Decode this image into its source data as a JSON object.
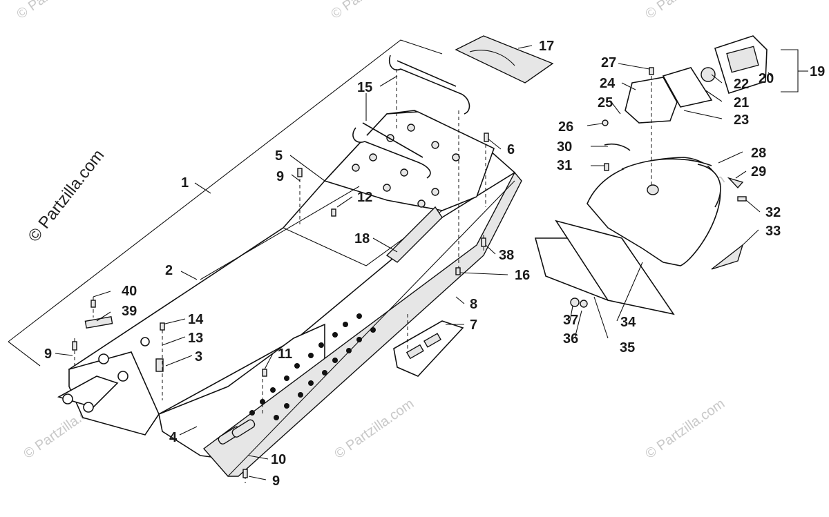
{
  "watermark": {
    "text": "© Partzilla.com",
    "side_text": "© Partzilla.com"
  },
  "callouts": [
    {
      "id": "c1",
      "label": "1"
    },
    {
      "id": "c2",
      "label": "2"
    },
    {
      "id": "c3",
      "label": "3"
    },
    {
      "id": "c4",
      "label": "4"
    },
    {
      "id": "c5",
      "label": "5"
    },
    {
      "id": "c6",
      "label": "6"
    },
    {
      "id": "c7",
      "label": "7"
    },
    {
      "id": "c8",
      "label": "8"
    },
    {
      "id": "c9a",
      "label": "9"
    },
    {
      "id": "c9b",
      "label": "9"
    },
    {
      "id": "c9c",
      "label": "9"
    },
    {
      "id": "c10",
      "label": "10"
    },
    {
      "id": "c11",
      "label": "11"
    },
    {
      "id": "c12",
      "label": "12"
    },
    {
      "id": "c13",
      "label": "13"
    },
    {
      "id": "c14",
      "label": "14"
    },
    {
      "id": "c15",
      "label": "15"
    },
    {
      "id": "c16",
      "label": "16"
    },
    {
      "id": "c17",
      "label": "17"
    },
    {
      "id": "c18",
      "label": "18"
    },
    {
      "id": "c19",
      "label": "19"
    },
    {
      "id": "c20",
      "label": "20"
    },
    {
      "id": "c21",
      "label": "21"
    },
    {
      "id": "c22",
      "label": "22"
    },
    {
      "id": "c23",
      "label": "23"
    },
    {
      "id": "c24",
      "label": "24"
    },
    {
      "id": "c25",
      "label": "25"
    },
    {
      "id": "c26",
      "label": "26"
    },
    {
      "id": "c27",
      "label": "27"
    },
    {
      "id": "c28",
      "label": "28"
    },
    {
      "id": "c29",
      "label": "29"
    },
    {
      "id": "c30",
      "label": "30"
    },
    {
      "id": "c31",
      "label": "31"
    },
    {
      "id": "c32",
      "label": "32"
    },
    {
      "id": "c33",
      "label": "33"
    },
    {
      "id": "c34",
      "label": "34"
    },
    {
      "id": "c35",
      "label": "35"
    },
    {
      "id": "c36",
      "label": "36"
    },
    {
      "id": "c37",
      "label": "37"
    },
    {
      "id": "c38",
      "label": "38"
    },
    {
      "id": "c39",
      "label": "39"
    },
    {
      "id": "c40",
      "label": "40"
    }
  ]
}
